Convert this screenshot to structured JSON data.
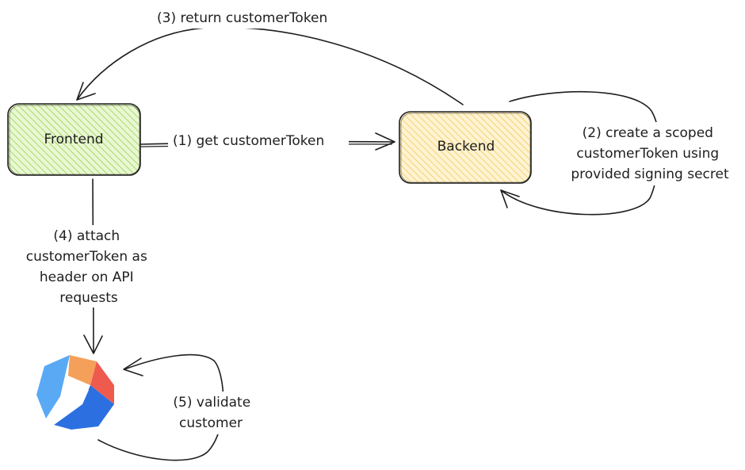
{
  "nodes": {
    "frontend": {
      "label": "Frontend",
      "fill": "#d3f0a8",
      "stroke": "#66a80f",
      "border": "#1e1e1e"
    },
    "backend": {
      "label": "Backend",
      "fill": "#ffe29a",
      "stroke": "#f0b429",
      "border": "#1e1e1e"
    }
  },
  "steps": {
    "step1": [
      "(1) get customerToken"
    ],
    "step2": [
      "(2) create a scoped",
      "customerToken using",
      "provided signing secret"
    ],
    "step3": [
      "(3) return customerToken"
    ],
    "step4": [
      "(4) attach",
      "customerToken as",
      "header on API",
      "requests"
    ],
    "step5": [
      "(5) validate",
      "customer"
    ]
  },
  "logo": {
    "icon": "api-gateway-logo-icon",
    "colors": {
      "blue_light": "#5aa9f5",
      "blue_dark": "#2c6fe0",
      "orange": "#f5a05a",
      "red": "#ef5a4f"
    }
  }
}
